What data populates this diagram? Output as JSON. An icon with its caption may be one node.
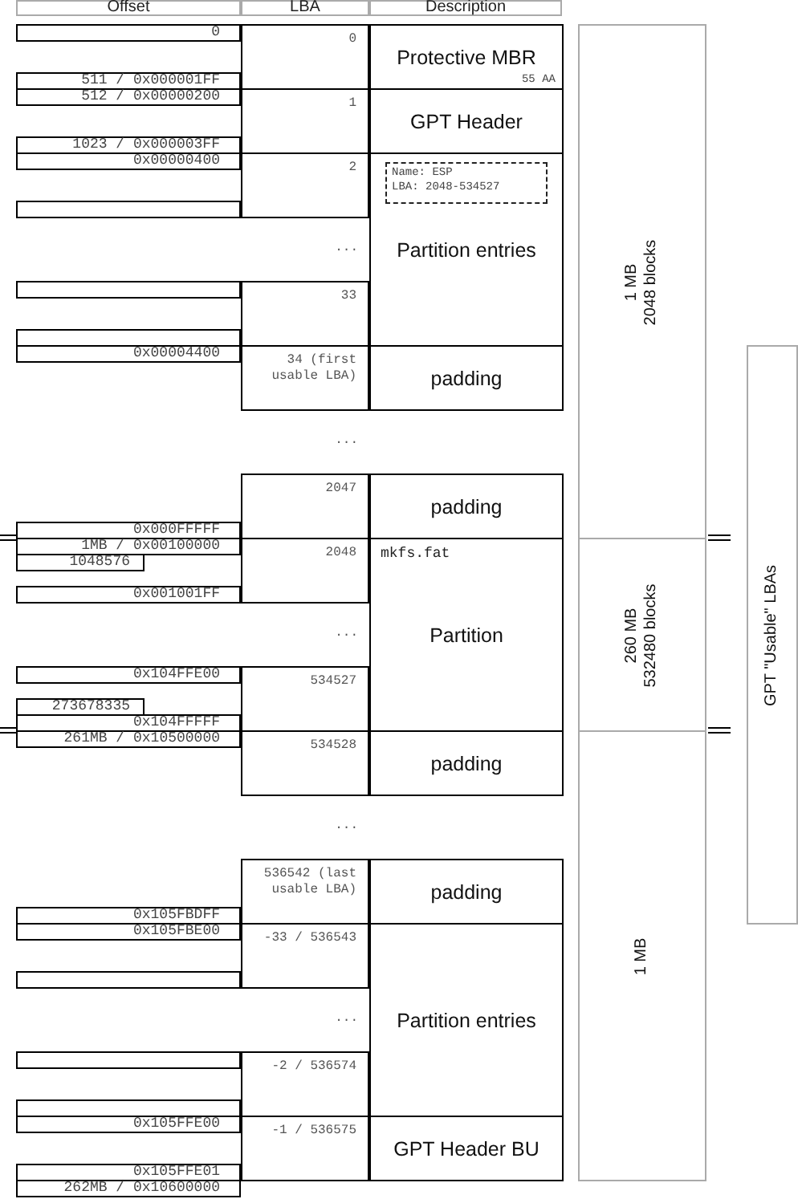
{
  "diagram": {
    "nodes": [
      {
        "text": [
          "Offset"
        ]
      },
      {
        "text": [
          "LBA"
        ]
      },
      {
        "text": [
          "Description"
        ]
      },
      {
        "text": [
          "0"
        ]
      },
      {
        "text": [
          "511 / 0x000001FF"
        ]
      },
      {
        "text": [
          "512 / 0x00000200"
        ]
      },
      {
        "text": [
          "1023 / 0x000003FF"
        ]
      },
      {
        "text": [
          "0x00000400"
        ]
      },
      {
        "text": [],
        "shape": "box"
      },
      {
        "text": [],
        "shape": "box"
      },
      {
        "text": [],
        "shape": "box"
      },
      {
        "text": [
          "0x00004400"
        ]
      },
      {
        "text": [
          "0x000FFFFF"
        ]
      },
      {
        "text": [
          "1MB / 0x00100000"
        ]
      },
      {
        "text": [
          "1048576"
        ]
      },
      {
        "text": [
          "0x001001FF"
        ]
      },
      {
        "text": [
          "0x104FFE00"
        ]
      },
      {
        "text": [
          "273678335"
        ]
      },
      {
        "text": [
          "0x104FFFFF"
        ]
      },
      {
        "text": [
          "261MB / 0x10500000"
        ]
      },
      {
        "text": [
          "0x105FBDFF"
        ]
      },
      {
        "text": [
          "0x105FBE00"
        ]
      },
      {
        "text": [],
        "shape": "box"
      },
      {
        "text": [],
        "shape": "box"
      },
      {
        "text": [],
        "shape": "box"
      },
      {
        "text": [
          "0x105FFE00"
        ]
      },
      {
        "text": [
          "0x105FFE01"
        ]
      },
      {
        "text": [
          "262MB / 0x10600000"
        ]
      },
      {
        "text": [
          "0"
        ]
      },
      {
        "text": [
          "1"
        ]
      },
      {
        "text": [
          "2"
        ]
      },
      {
        "text": [
          "33"
        ]
      },
      {
        "text": [
          "34 (first usable LBA)"
        ]
      },
      {
        "text": [
          "2047"
        ]
      },
      {
        "text": [
          "2048"
        ]
      },
      {
        "text": [
          "534527"
        ]
      },
      {
        "text": [
          "534528"
        ]
      },
      {
        "text": [
          "536542 (last usable LBA)"
        ]
      },
      {
        "text": [
          "-33 / 536543"
        ]
      },
      {
        "text": [
          "-2 / 536574"
        ]
      },
      {
        "text": [
          "-1 / 536575"
        ]
      },
      {
        "text": [
          "Protective MBR",
          "55 AA"
        ]
      },
      {
        "text": [
          "GPT Header"
        ]
      },
      {
        "text": [
          "Partition entries"
        ]
      },
      {
        "text": [
          "Name: ESP",
          "LBA: 2048-534527"
        ],
        "in": 43
      },
      {
        "text": [
          "padding"
        ]
      },
      {
        "text": [
          "padding"
        ]
      },
      {
        "text": [
          "mkfs.fat",
          "Partition"
        ]
      },
      {
        "text": [
          "padding"
        ]
      },
      {
        "text": [
          "padding"
        ]
      },
      {
        "text": [
          "Partition entries"
        ]
      },
      {
        "text": [
          "GPT Header BU"
        ]
      },
      {
        "text": [
          "1 MB",
          "2048 blocks"
        ]
      },
      {
        "text": [
          "260 MB",
          "532480 blocks"
        ]
      },
      {
        "text": [
          "1 MB"
        ]
      },
      {
        "text": [
          "GPT \"Usable\" LBAs"
        ]
      }
    ],
    "edges": [],
    "labels": [
      "...",
      "...",
      "...",
      "...",
      "..."
    ]
  }
}
